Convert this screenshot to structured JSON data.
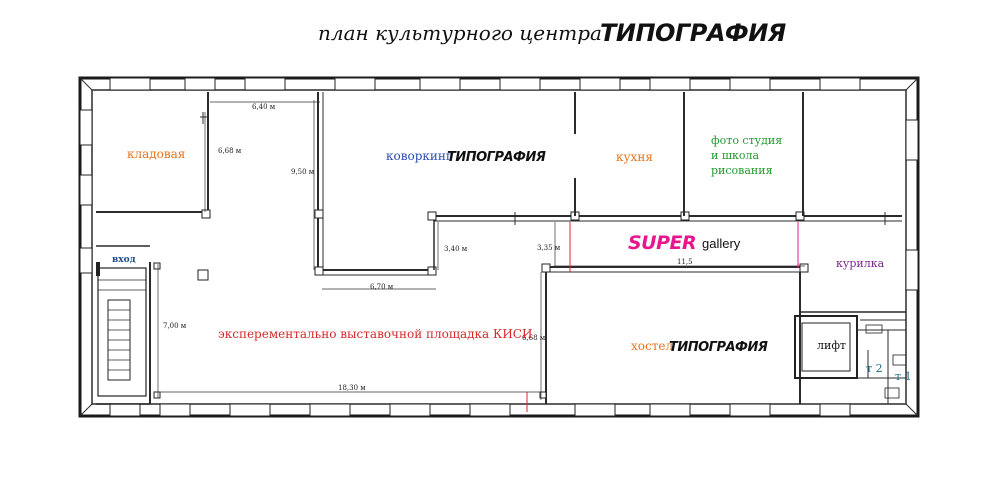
{
  "title": {
    "prefix": "план культурного центра",
    "brand": "ТИПОГРАФИЯ"
  },
  "rooms": {
    "storage": "кладовая",
    "coworking": "коворкинг",
    "kitchen": "кухня",
    "photo_line1": "фото студия",
    "photo_line2": "и школа",
    "photo_line3": "рисования",
    "super": "SUPER",
    "gallery": "gallery",
    "smoking": "курилка",
    "entrance": "вход",
    "exhibition": "эксперементально выставочной площадка КИСИ",
    "hostel": "хостел",
    "elevator": "лифт",
    "wc2": "т 2",
    "wc1": "т 1"
  },
  "dimensions": {
    "d_640": "6,40 м",
    "d_668_top": "6,68 м",
    "d_950": "9,50 м",
    "d_340": "3,40 м",
    "d_670": "6,70 м",
    "d_335": "3,35 м",
    "d_115": "11,5",
    "d_700": "7,00 м",
    "d_1830": "18,30 м",
    "d_668_right": "6,68 м"
  },
  "colors": {
    "walls": "#1a1a1a",
    "storage": "#e8731c",
    "coworking": "#2a4bb3",
    "kitchen": "#e8731c",
    "photo": "#1f9a2e",
    "super": "#e8168c",
    "smoking": "#7a2a8c",
    "entrance": "#1f4d8a",
    "exhibition": "#d42a2a",
    "hostel": "#e8731c",
    "wc": "#1f6a8a",
    "red_marker": "#d42a2a",
    "magenta_marker": "#e8168c"
  }
}
